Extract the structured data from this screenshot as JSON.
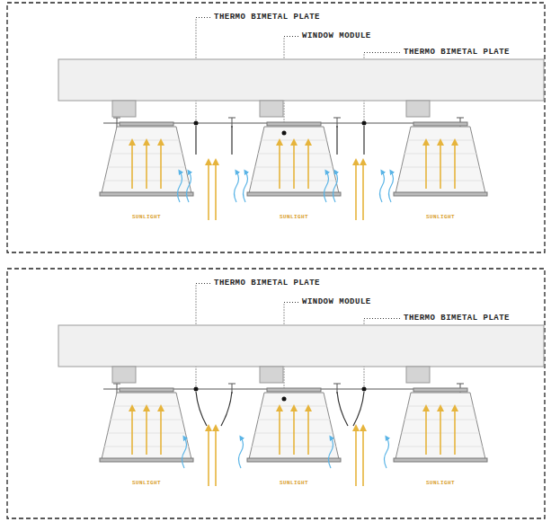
{
  "diagram": {
    "labels": [
      "THERMO BIMETAL PLATE",
      "WINDOW MODULE",
      "THERMO BIMETAL PLATE",
      "SUNLIGHT",
      "SUNLIGHT",
      "SUNLIGHT",
      "THERMO BIMETAL PLATE",
      "WINDOW MODULE",
      "THERMO BIMETAL PLATE",
      "SUNLIGHT",
      "SUNLIGHT",
      "SUNLIGHT"
    ]
  }
}
